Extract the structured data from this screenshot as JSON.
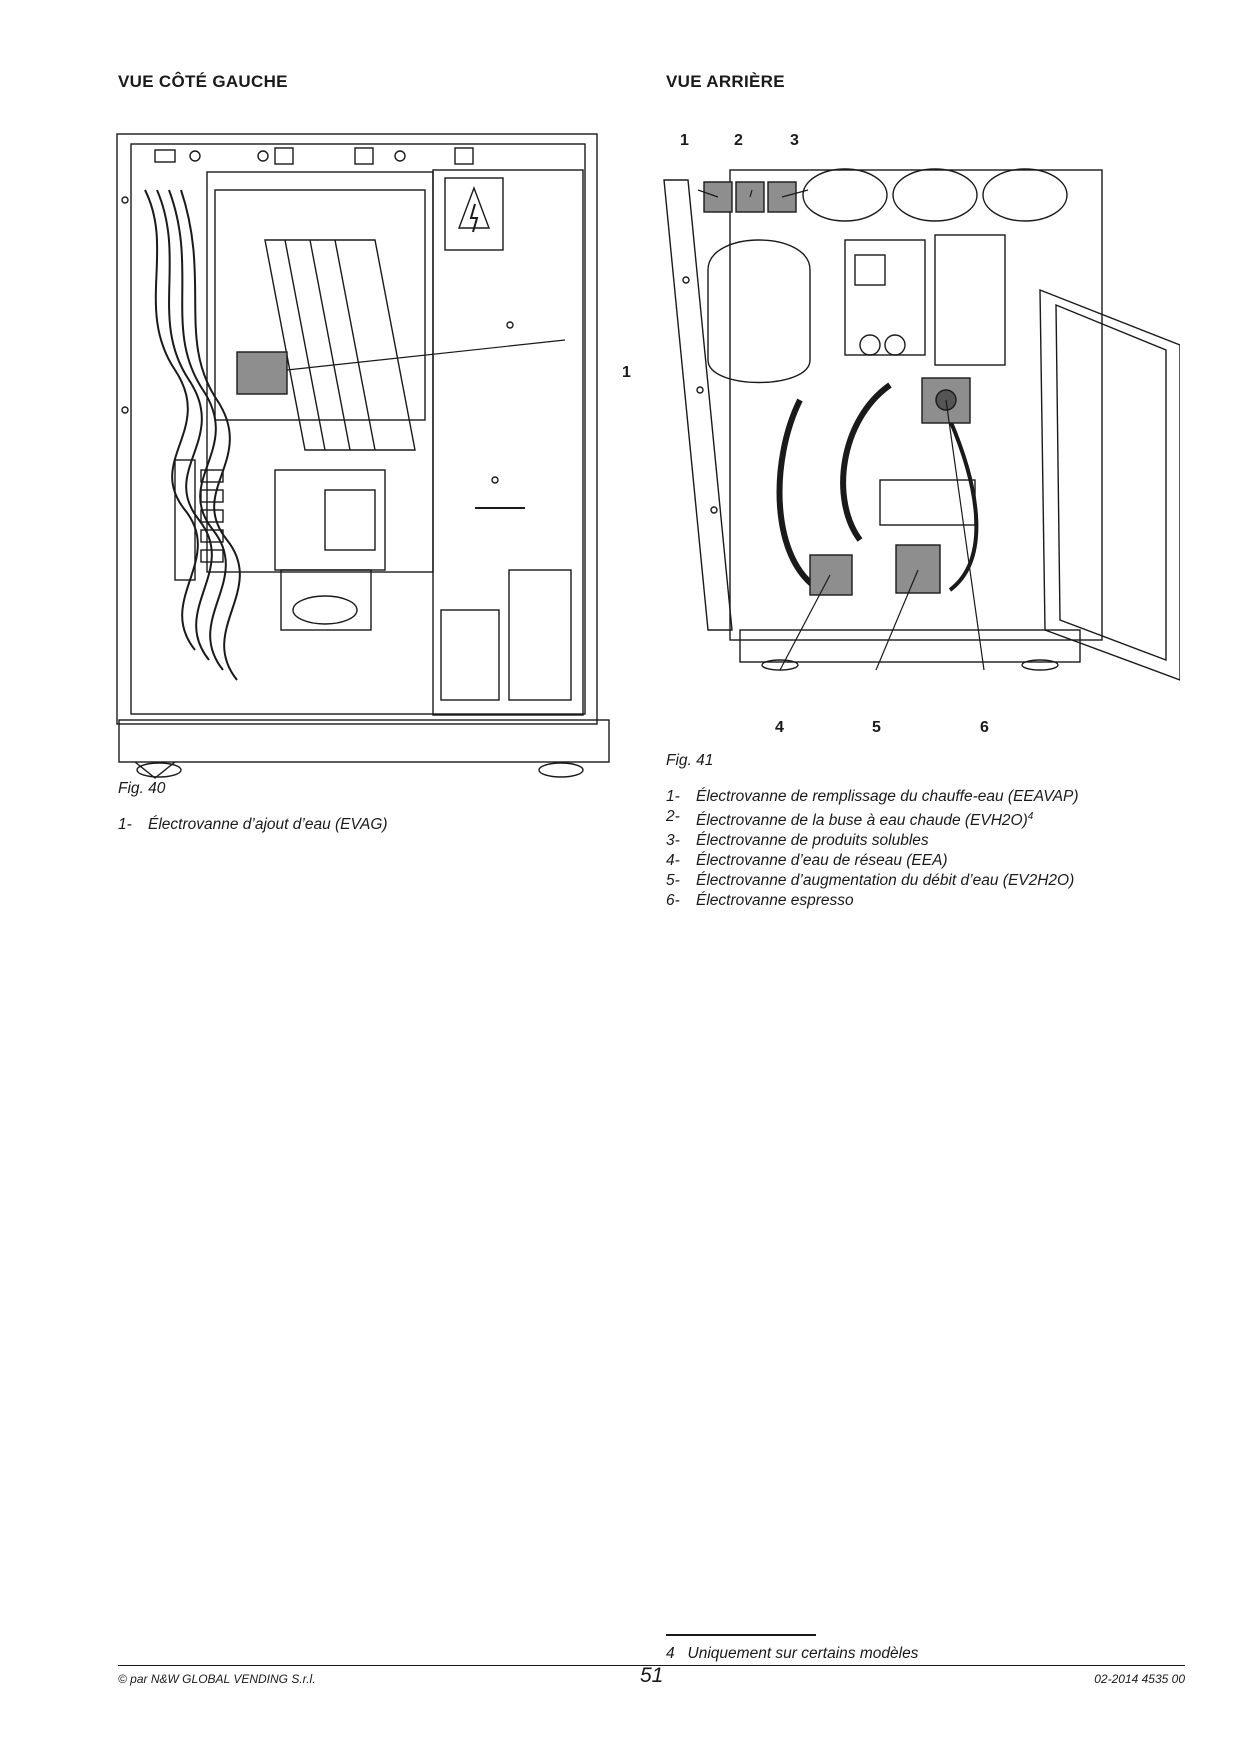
{
  "left": {
    "heading": "VUE CÔTÉ GAUCHE",
    "caption": "Fig. 40",
    "callouts": [
      "1"
    ],
    "legend": [
      {
        "num": "1-",
        "text": "Électrovanne d’ajout d’eau (EVAG)"
      }
    ]
  },
  "right": {
    "heading": "VUE ARRIÈRE",
    "caption": "Fig. 41",
    "callouts": [
      "1",
      "2",
      "3",
      "4",
      "5",
      "6"
    ],
    "legend": [
      {
        "num": "1-",
        "text": "Électrovanne de remplissage du chauffe-eau (EEAVAP)"
      },
      {
        "num": "2-",
        "text": "Électrovanne de la buse à eau chaude (EVH2O)",
        "sup": "4"
      },
      {
        "num": "3-",
        "text": "Électrovanne de produits solubles"
      },
      {
        "num": "4-",
        "text": "Électrovanne d’eau de réseau (EEA)"
      },
      {
        "num": "5-",
        "text": "Électrovanne d’augmentation du débit d’eau (EV2H2O)"
      },
      {
        "num": "6-",
        "text": "Électrovanne espresso"
      }
    ]
  },
  "footnote": {
    "num": "4",
    "text": "Uniquement sur certains modèles"
  },
  "footer": {
    "copyright": "© par N&W GLOBAL VENDING S.r.l.",
    "page": "51",
    "ref": "02-2014 4535 00"
  }
}
